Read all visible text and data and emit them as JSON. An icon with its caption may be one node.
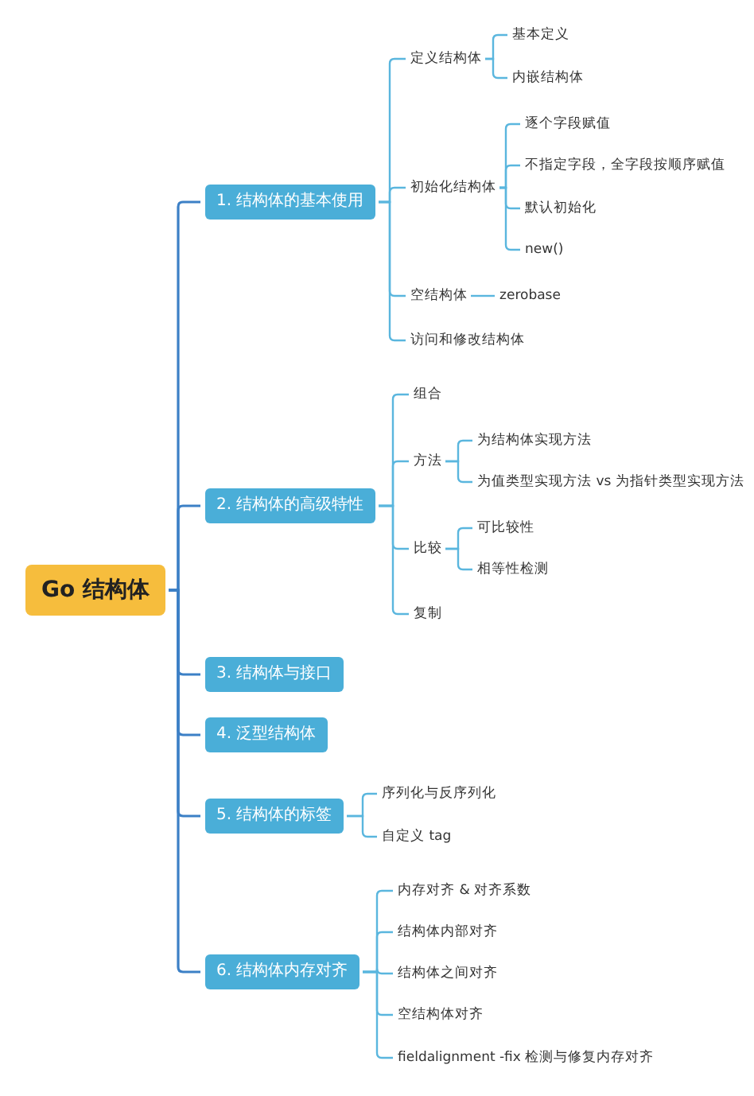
{
  "diagram": {
    "nodes": [
      {
        "text": [
          "Go 结构体"
        ]
      },
      {
        "text": [
          "1. 结构体的基本使用"
        ]
      },
      {
        "text": [
          "定义结构体"
        ]
      },
      {
        "text": [
          "基本定义"
        ]
      },
      {
        "text": [
          "内嵌结构体"
        ]
      },
      {
        "text": [
          "初始化结构体"
        ]
      },
      {
        "text": [
          "逐个字段赋值"
        ]
      },
      {
        "text": [
          "不指定字段，全字段按顺序赋值"
        ]
      },
      {
        "text": [
          "默认初始化"
        ]
      },
      {
        "text": [
          "new()"
        ]
      },
      {
        "text": [
          "空结构体"
        ]
      },
      {
        "text": [
          "zerobase"
        ]
      },
      {
        "text": [
          "访问和修改结构体"
        ]
      },
      {
        "text": [
          "2. 结构体的高级特性"
        ]
      },
      {
        "text": [
          "组合"
        ]
      },
      {
        "text": [
          "方法"
        ]
      },
      {
        "text": [
          "为结构体实现方法"
        ]
      },
      {
        "text": [
          "为值类型实现方法 vs 为指针类型实现方法"
        ]
      },
      {
        "text": [
          "比较"
        ]
      },
      {
        "text": [
          "可比较性"
        ]
      },
      {
        "text": [
          "相等性检测"
        ]
      },
      {
        "text": [
          "复制"
        ]
      },
      {
        "text": [
          "3. 结构体与接口"
        ]
      },
      {
        "text": [
          "4. 泛型结构体"
        ]
      },
      {
        "text": [
          "5. 结构体的标签"
        ]
      },
      {
        "text": [
          "序列化与反序列化"
        ]
      },
      {
        "text": [
          "自定义 tag"
        ]
      },
      {
        "text": [
          "6. 结构体内存对齐"
        ]
      },
      {
        "text": [
          "内存对齐 & 对齐系数"
        ]
      },
      {
        "text": [
          "结构体内部对齐"
        ]
      },
      {
        "text": [
          "结构体之间对齐"
        ]
      },
      {
        "text": [
          "空结构体对齐"
        ]
      },
      {
        "text": [
          "fieldalignment -fix 检测与修复内存对齐"
        ]
      }
    ],
    "edges": [
      {
        "from": 0,
        "to": 1,
        "arrow": "none",
        "color": "#3c80c6"
      },
      {
        "from": 0,
        "to": 13,
        "arrow": "none",
        "color": "#3c80c6"
      },
      {
        "from": 0,
        "to": 22,
        "arrow": "none",
        "color": "#3c80c6"
      },
      {
        "from": 0,
        "to": 23,
        "arrow": "none",
        "color": "#3c80c6"
      },
      {
        "from": 0,
        "to": 24,
        "arrow": "none",
        "color": "#3c80c6"
      },
      {
        "from": 0,
        "to": 27,
        "arrow": "none",
        "color": "#3c80c6"
      },
      {
        "from": 1,
        "to": 2,
        "arrow": "none"
      },
      {
        "from": 1,
        "to": 5,
        "arrow": "none"
      },
      {
        "from": 1,
        "to": 10,
        "arrow": "none"
      },
      {
        "from": 1,
        "to": 12,
        "arrow": "none"
      },
      {
        "from": 2,
        "to": 3,
        "arrow": "none"
      },
      {
        "from": 2,
        "to": 4,
        "arrow": "none"
      },
      {
        "from": 5,
        "to": 6,
        "arrow": "none"
      },
      {
        "from": 5,
        "to": 7,
        "arrow": "none"
      },
      {
        "from": 5,
        "to": 8,
        "arrow": "none"
      },
      {
        "from": 5,
        "to": 9,
        "arrow": "none"
      },
      {
        "from": 10,
        "to": 11,
        "arrow": "none"
      },
      {
        "from": 13,
        "to": 14,
        "arrow": "none"
      },
      {
        "from": 13,
        "to": 15,
        "arrow": "none"
      },
      {
        "from": 13,
        "to": 18,
        "arrow": "none"
      },
      {
        "from": 13,
        "to": 21,
        "arrow": "none"
      },
      {
        "from": 15,
        "to": 16,
        "arrow": "none"
      },
      {
        "from": 15,
        "to": 17,
        "arrow": "none"
      },
      {
        "from": 18,
        "to": 19,
        "arrow": "none"
      },
      {
        "from": 18,
        "to": 20,
        "arrow": "none"
      },
      {
        "from": 24,
        "to": 25,
        "arrow": "none"
      },
      {
        "from": 24,
        "to": 26,
        "arrow": "none"
      },
      {
        "from": 27,
        "to": 28,
        "arrow": "none"
      },
      {
        "from": 27,
        "to": 29,
        "arrow": "none"
      },
      {
        "from": 27,
        "to": 30,
        "arrow": "none"
      },
      {
        "from": 27,
        "to": 31,
        "arrow": "none"
      },
      {
        "from": 27,
        "to": 32,
        "arrow": "none"
      }
    ]
  }
}
